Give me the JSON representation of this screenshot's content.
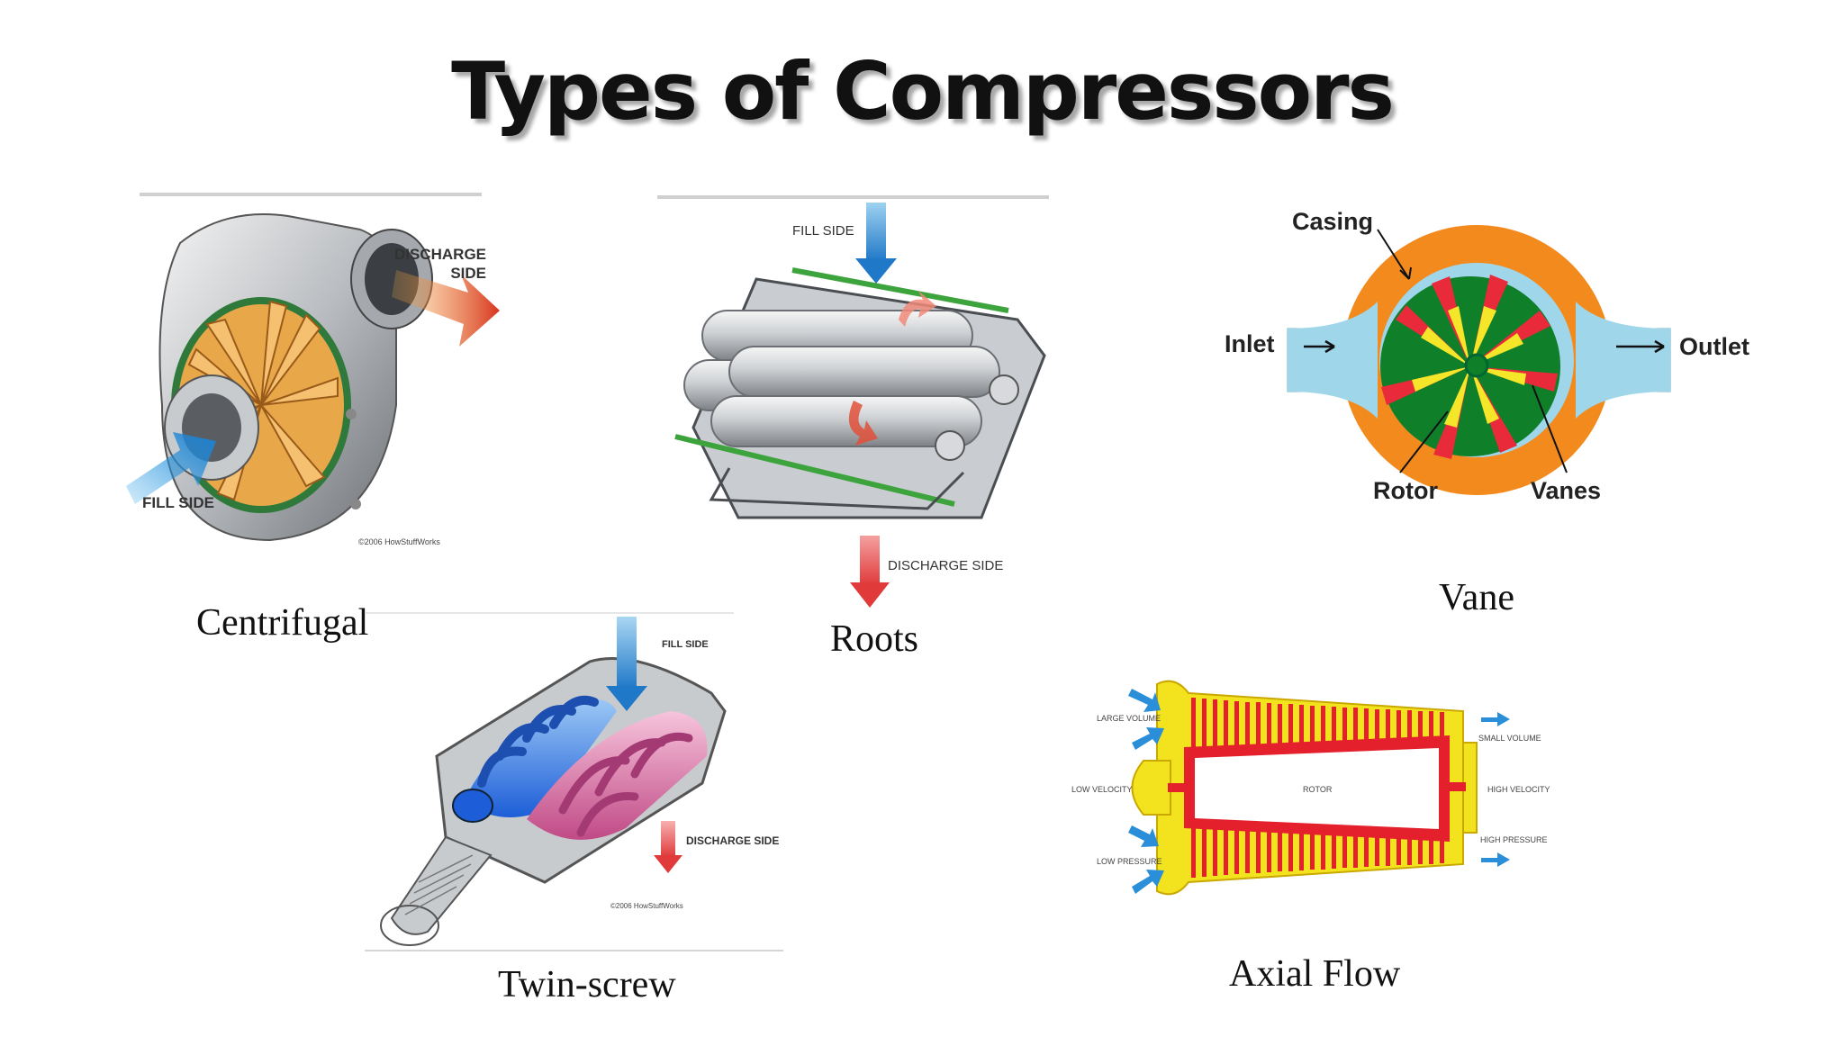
{
  "slide": {
    "title": "Types of Compressors"
  },
  "centrifugal": {
    "caption": "Centrifugal",
    "discharge_label": "DISCHARGE\nSIDE",
    "fill_label": "FILL SIDE",
    "copyright": "©2006 HowStuffWorks"
  },
  "roots": {
    "caption": "Roots",
    "fill_label": "FILL SIDE",
    "discharge_label": "DISCHARGE SIDE"
  },
  "vane": {
    "caption": "Vane",
    "casing_label": "Casing",
    "inlet_label": "Inlet",
    "outlet_label": "Outlet",
    "rotor_label": "Rotor",
    "vanes_label": "Vanes"
  },
  "twin_screw": {
    "caption": "Twin-screw",
    "fill_label": "FILL SIDE",
    "discharge_label": "DISCHARGE SIDE",
    "copyright": "©2006 HowStuffWorks"
  },
  "axial": {
    "caption": "Axial Flow",
    "large_volume": "LARGE VOLUME",
    "low_velocity": "LOW VELOCITY",
    "low_pressure": "LOW PRESSURE",
    "rotor": "ROTOR",
    "small_volume": "SMALL VOLUME",
    "high_velocity": "HIGH VELOCITY",
    "high_pressure": "HIGH PRESSURE"
  },
  "colors": {
    "orange_casing": "#f28a1e",
    "inlet_blue": "#9fd6ea",
    "rotor_green": "#0f7f2a",
    "vane_red": "#e82a3a",
    "vane_yellow": "#f5e62a",
    "axial_red": "#e3202c",
    "axial_yellow": "#f3e21e",
    "arrow_blue": "#2a8fd8"
  }
}
